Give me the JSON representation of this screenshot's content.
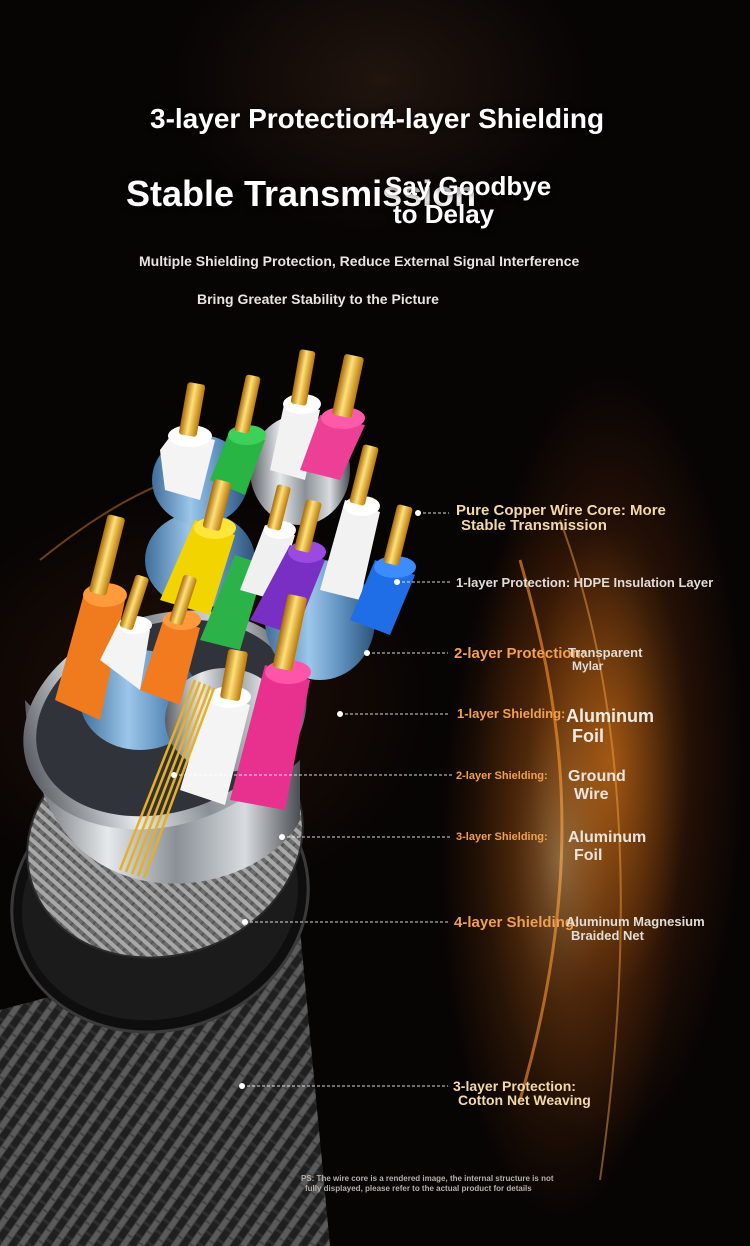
{
  "header": {
    "left_title": "3-layer Protection",
    "right_title": "4-layer Shielding",
    "left_heading": "Stable Transmission",
    "right_heading_line1": "Say Goodbye",
    "right_heading_line2": "to Delay",
    "subtitle_1": "Multiple Shielding Protection, Reduce External Signal Interference",
    "subtitle_2": "Bring Greater Stability to the Picture"
  },
  "callouts": {
    "copper_line1": "Pure Copper Wire Core: More",
    "copper_line2": "Stable Transmission",
    "hdpe": "1-layer Protection: HDPE Insulation Layer",
    "mylar_prefix": "2-layer Protection:",
    "mylar_line1": "Transparent",
    "mylar_line2": "Mylar",
    "shield1_prefix": "1-layer Shielding:",
    "shield1_line1": "Aluminum",
    "shield1_line2": "Foil",
    "shield2_prefix": "2-layer Shielding:",
    "shield2_line1": "Ground",
    "shield2_line2": "Wire",
    "shield3_prefix": "3-layer Shielding:",
    "shield3_line1": "Aluminum",
    "shield3_line2": "Foil",
    "shield4_prefix": "4-layer Shielding:",
    "shield4_line1": "Aluminum Magnesium",
    "shield4_line2": "Braided Net",
    "protect3_line1": "3-layer Protection:",
    "protect3_line2": "Cotton Net Weaving"
  },
  "footnote": {
    "line1": "PS: The wire core is a rendered image, the internal structure is not",
    "line2": "fully displayed, please refer to the actual product for details"
  },
  "colors": {
    "callout_gold": "#f3d9a8",
    "callout_orange": "#f0a050",
    "glow": "#ff8c1e"
  }
}
